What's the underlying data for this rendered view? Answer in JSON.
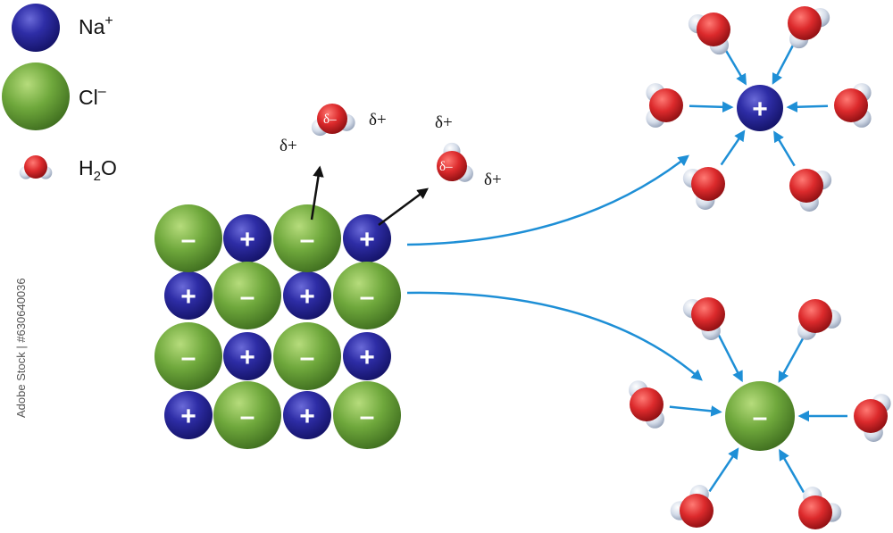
{
  "legend": {
    "sodium": {
      "symbol": "Na",
      "charge": "+"
    },
    "chloride": {
      "symbol": "Cl",
      "charge": "–"
    },
    "water": {
      "pre": "H",
      "sub": "2",
      "post": "O"
    }
  },
  "signs": {
    "positive": "+",
    "negative": "–"
  },
  "dipole": {
    "partial_negative": "δ–",
    "partial_positive": "δ+"
  },
  "watermark": "Adobe Stock | #630640036",
  "colors": {
    "sodium": "#2b2a9a",
    "chloride": "#6aa33a",
    "oxygen": "#d8262b",
    "hydrogen": "#c9d3e2",
    "arrow_blue": "#1e8fd6",
    "arrow_black": "#111111"
  },
  "lattice": [
    [
      "-",
      "+",
      "-",
      "+"
    ],
    [
      "+",
      "-",
      "+",
      "-"
    ],
    [
      "-",
      "+",
      "-",
      "+"
    ],
    [
      "+",
      "-",
      "+",
      "-"
    ]
  ]
}
